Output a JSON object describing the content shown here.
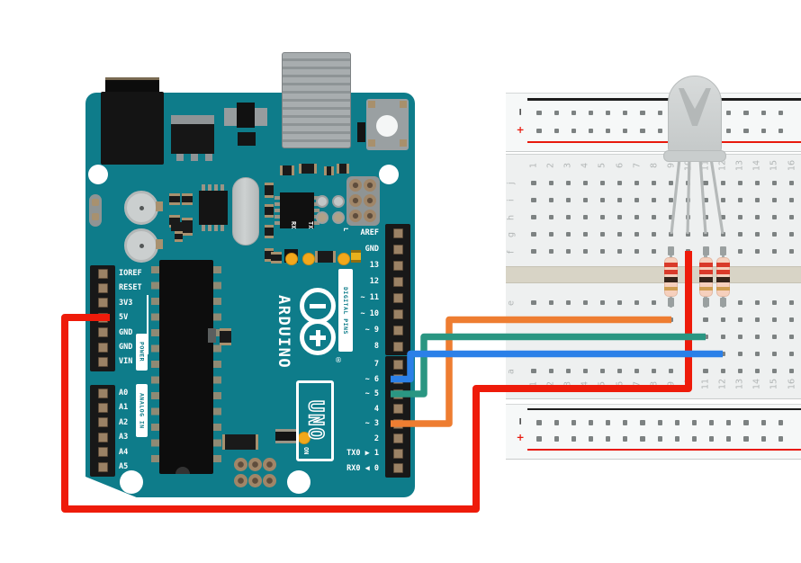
{
  "arduino": {
    "brand": "ARDUINO",
    "model": "UNO",
    "registered_mark": "®",
    "led_labels": {
      "rx": "RX",
      "tx": "TX",
      "l": "L",
      "on": "ON"
    },
    "groups": {
      "power": "POWER",
      "analog": "ANALOG IN",
      "digital": "DIGITAL PINS"
    },
    "power_pins": [
      "IOREF",
      "RESET",
      "3V3",
      "5V",
      "GND",
      "GND",
      "VIN"
    ],
    "analog_pins": [
      "A0",
      "A1",
      "A2",
      "A3",
      "A4",
      "A5"
    ],
    "digital_upper_pins": [
      "AREF",
      "GND",
      "13",
      "12",
      "~ 11",
      "~ 10",
      "~ 9",
      "8"
    ],
    "digital_lower_pins": [
      "7",
      "~ 6",
      "~ 5",
      "4",
      "~ 3",
      "2",
      "TX0 ▶ 1",
      "RX0 ◀ 0"
    ],
    "board_color": "#0e7c8a"
  },
  "breadboard": {
    "column_numbers": [
      "1",
      "2",
      "3",
      "4",
      "5",
      "6",
      "7",
      "8",
      "9",
      "10",
      "11",
      "12",
      "13",
      "14",
      "15",
      "16"
    ],
    "row_letters_top": [
      "j",
      "i",
      "h",
      "g",
      "f"
    ],
    "row_letters_bottom": [
      "e",
      "d",
      "c",
      "b",
      "a"
    ],
    "rail_symbols": {
      "minus": "−",
      "plus": "+"
    },
    "rail_line_black": "#1c1c1c",
    "rail_line_red": "#e8190c",
    "hole_color": "#7d8282"
  },
  "components": {
    "rgb_led": {
      "type": "RGB LED (common lead)",
      "lead_holes": [
        "g9",
        "g10",
        "g11",
        "g12"
      ]
    },
    "resistors": [
      {
        "column": 9,
        "from_hole": "f9",
        "to_hole": "e9",
        "bands": [
          "red",
          "red",
          "brown",
          "gold"
        ]
      },
      {
        "column": 11,
        "from_hole": "f11",
        "to_hole": "e11",
        "bands": [
          "red",
          "red",
          "brown",
          "gold"
        ]
      },
      {
        "column": 12,
        "from_hole": "f12",
        "to_hole": "e12",
        "bands": [
          "red",
          "red",
          "brown",
          "gold"
        ]
      }
    ]
  },
  "wires": {
    "red": {
      "color": "#ee1b0a",
      "from": "arduino-5V",
      "to": "breadboard-f10"
    },
    "orange": {
      "color": "#ee7d31",
      "from": "arduino-~3",
      "to": "breadboard-d9"
    },
    "green": {
      "color": "#2a9682",
      "from": "arduino-~5",
      "to": "breadboard-c11"
    },
    "blue": {
      "color": "#2b80e8",
      "from": "arduino-~6",
      "to": "breadboard-b12"
    }
  }
}
